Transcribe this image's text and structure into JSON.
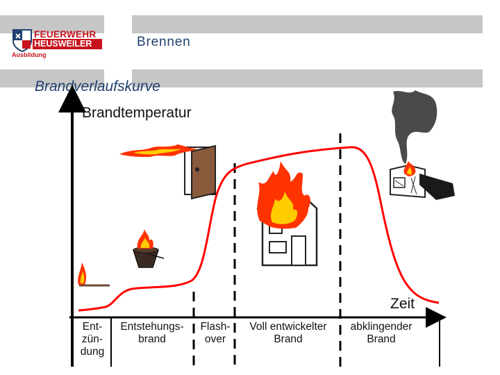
{
  "header": {
    "logo_line1": "FEUERWEHR",
    "logo_line2": "HEUSWEILER",
    "logo_line3": "Ausbildung",
    "title": "Brennen"
  },
  "diagram": {
    "subtitle": "Brandverlaufskurve",
    "y_axis_label": "Brandtemperatur",
    "x_axis_label": "Zeit",
    "phases": [
      {
        "label": "Ent-\nzün-\ndung"
      },
      {
        "label": "Entstehungs-\nbrand"
      },
      {
        "label": "Flash-\nover"
      },
      {
        "label": "Voll entwickelter\nBrand"
      },
      {
        "label": "abklingender\nBrand"
      }
    ]
  },
  "colors": {
    "curve": "#ff0000",
    "axis": "#000000",
    "flame_outer": "#ff3300",
    "flame_inner": "#ffcc00",
    "door": "#8a5a3c",
    "header_bar": "#c6c6c6",
    "title_text": "#1f3f6e"
  }
}
